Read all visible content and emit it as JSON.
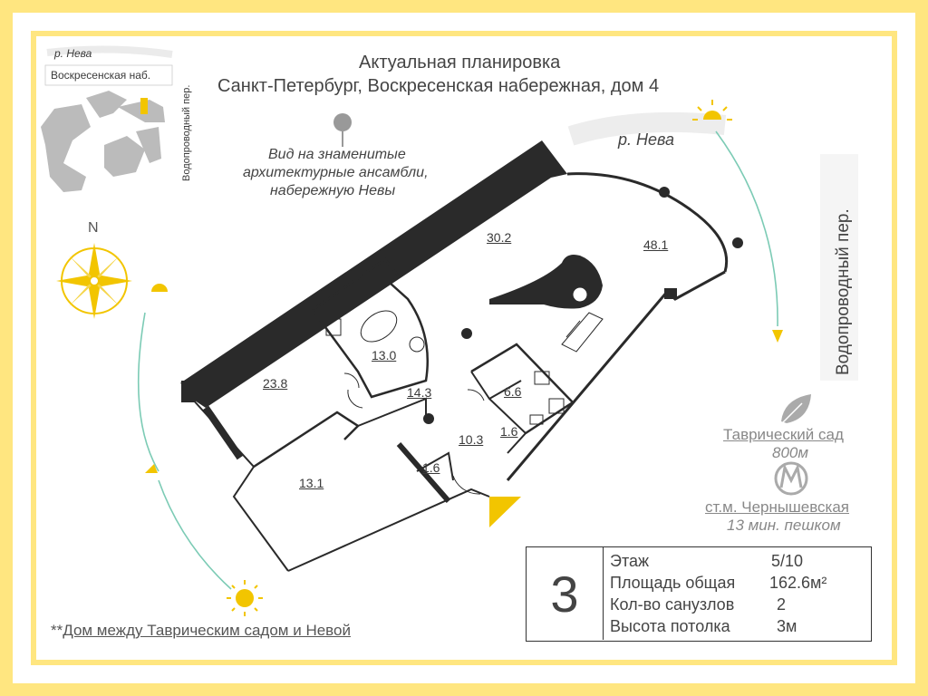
{
  "header": {
    "line1": "Актуальная планировка",
    "line2": "Санкт-Петербург, Воскресенская набережная, дом 4"
  },
  "view_note": {
    "line1": "Вид на знаменитые",
    "line2": "архитектурные ансамбли,",
    "line3": "набережную Невы"
  },
  "minimap": {
    "river": "р. Нева",
    "embankment": "Воскресенская наб.",
    "lane": "Водопроводный пер."
  },
  "compass": {
    "north": "N"
  },
  "right_labels": {
    "river": "р. Нева",
    "lane": "Водопроводный пер."
  },
  "rooms": {
    "r30_2": "30.2",
    "r48_1": "48.1",
    "r13_0": "13.0",
    "r23_8": "23.8",
    "r14_3": "14.3",
    "r6_6": "6.6",
    "r1_6a": "1.6",
    "r10_3": "10.3",
    "r1_6b": "1.6",
    "r13_1": "13.1"
  },
  "nearby": {
    "park_name": "Таврический сад",
    "park_distance": "800м",
    "metro_name": "ст.м. Чернышевская",
    "metro_time": "13 мин. пешком"
  },
  "info": {
    "number": "3",
    "rows": [
      {
        "label": "Этаж",
        "value": "5/10"
      },
      {
        "label": "Площадь общая",
        "value": "162.6м²"
      },
      {
        "label": "Кол-во санузлов",
        "value": "2"
      },
      {
        "label": "Высота потолка",
        "value": "3м"
      }
    ]
  },
  "footer": {
    "prefix": "**",
    "text": "Дом между Таврическим садом и Невой"
  },
  "colors": {
    "frame_yellow": "#ffe680",
    "accent_yellow": "#f2c500",
    "wall": "#2a2a2a",
    "text": "#444444"
  }
}
